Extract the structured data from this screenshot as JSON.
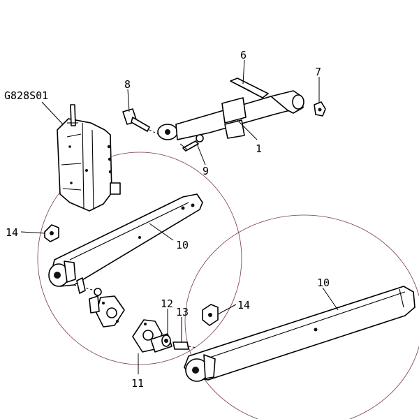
{
  "diagram": {
    "code": "G828S01",
    "callouts": {
      "c1": "1",
      "c6": "6",
      "c7": "7",
      "c8": "8",
      "c9": "9",
      "c10a": "10",
      "c10b": "10",
      "c11": "11",
      "c12": "12",
      "c13": "13",
      "c14a": "14",
      "c14b": "14"
    },
    "colors": {
      "line": "#000000",
      "ring": "#7a3a48",
      "background": "#ffffff"
    }
  }
}
